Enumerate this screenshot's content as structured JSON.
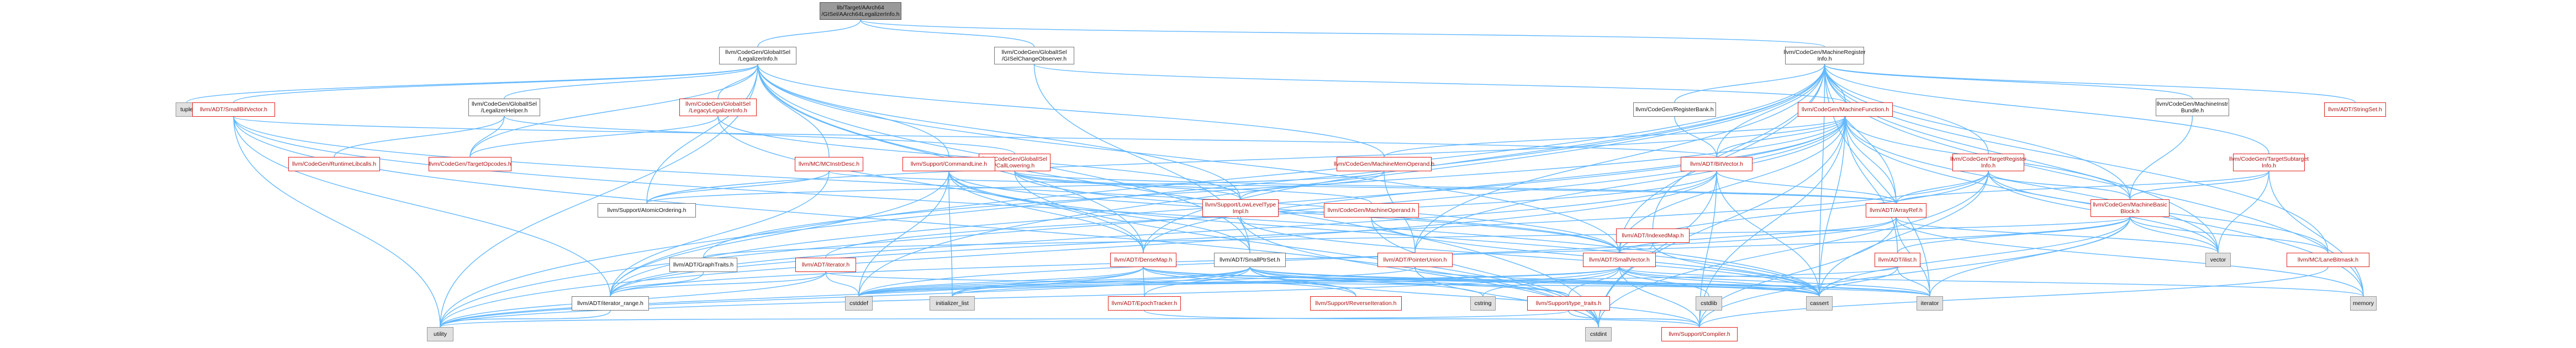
{
  "nodes": {
    "root": "lib/Target/AArch64\n/GISel/AArch64LegalizerInfo.h",
    "legalizer_info": "llvm/CodeGen/GlobalISel\n/LegalizerInfo.h",
    "change_observer": "llvm/CodeGen/GlobalISel\n/GISelChangeObserver.h",
    "machine_register_info": "llvm/CodeGen/MachineRegister\nInfo.h",
    "tuple": "tuple",
    "small_bit_vector": "llvm/ADT/SmallBitVector.h",
    "legalizer_helper": "llvm/CodeGen/GlobalISel\n/LegalizerHelper.h",
    "legacy_legalizer_info": "llvm/CodeGen/GlobalISel\n/LegacyLegalizerInfo.h",
    "register_bank": "llvm/CodeGen/RegisterBank.h",
    "machine_function": "llvm/CodeGen/MachineFunction.h",
    "machine_instr_bundle": "llvm/CodeGen/MachineInstr\nBundle.h",
    "string_set": "llvm/ADT/StringSet.h",
    "runtime_libcalls": "llvm/CodeGen/RuntimeLibcalls.h",
    "target_opcodes": "llvm/CodeGen/TargetOpcodes.h",
    "mc_instr_desc": "llvm/MC/MCInstrDesc.h",
    "call_lowering": "llvm/CodeGen/GlobalISel\n/CallLowering.h",
    "command_line": "llvm/Support/CommandLine.h",
    "machine_mem_operand": "llvm/CodeGen/MachineMemOperand.h",
    "bit_vector": "llvm/ADT/BitVector.h",
    "target_register_info": "llvm/CodeGen/TargetRegister\nInfo.h",
    "target_subtarget_info": "llvm/CodeGen/TargetSubtarget\nInfo.h",
    "atomic_ordering": "llvm/Support/AtomicOrdering.h",
    "low_level_type": "llvm/Support/LowLevelType\nImpl.h",
    "machine_operand": "llvm/CodeGen/MachineOperand.h",
    "indexed_map": "llvm/ADT/IndexedMap.h",
    "array_ref": "llvm/ADT/ArrayRef.h",
    "machine_basic_block": "llvm/CodeGen/MachineBasic\nBlock.h",
    "graph_traits": "llvm/ADT/GraphTraits.h",
    "adt_iterator": "llvm/ADT/iterator.h",
    "dense_map": "llvm/ADT/DenseMap.h",
    "small_ptr_set": "llvm/ADT/SmallPtrSet.h",
    "pointer_union": "llvm/ADT/PointerUnion.h",
    "small_vector": "llvm/ADT/SmallVector.h",
    "ilist": "llvm/ADT/ilist.h",
    "vector": "vector",
    "lane_bitmask": "llvm/MC/LaneBitmask.h",
    "iterator_range": "llvm/ADT/iterator_range.h",
    "cstddef": "cstddef",
    "initializer_list": "initializer_list",
    "epoch_tracker": "llvm/ADT/EpochTracker.h",
    "reverse_iteration": "llvm/Support/ReverseIteration.h",
    "cstring": "cstring",
    "type_traits": "llvm/Support/type_traits.h",
    "cstdlib": "cstdlib",
    "cassert": "cassert",
    "iterator": "iterator",
    "memory": "memory",
    "utility": "utility",
    "cstdint": "cstdint",
    "compiler": "llvm/Support/Compiler.h"
  },
  "colors": {
    "edge": "#63b8ff",
    "link_border": "#e0211b",
    "root_fill": "#9a9a9a",
    "system_fill": "#e0e0e0"
  }
}
